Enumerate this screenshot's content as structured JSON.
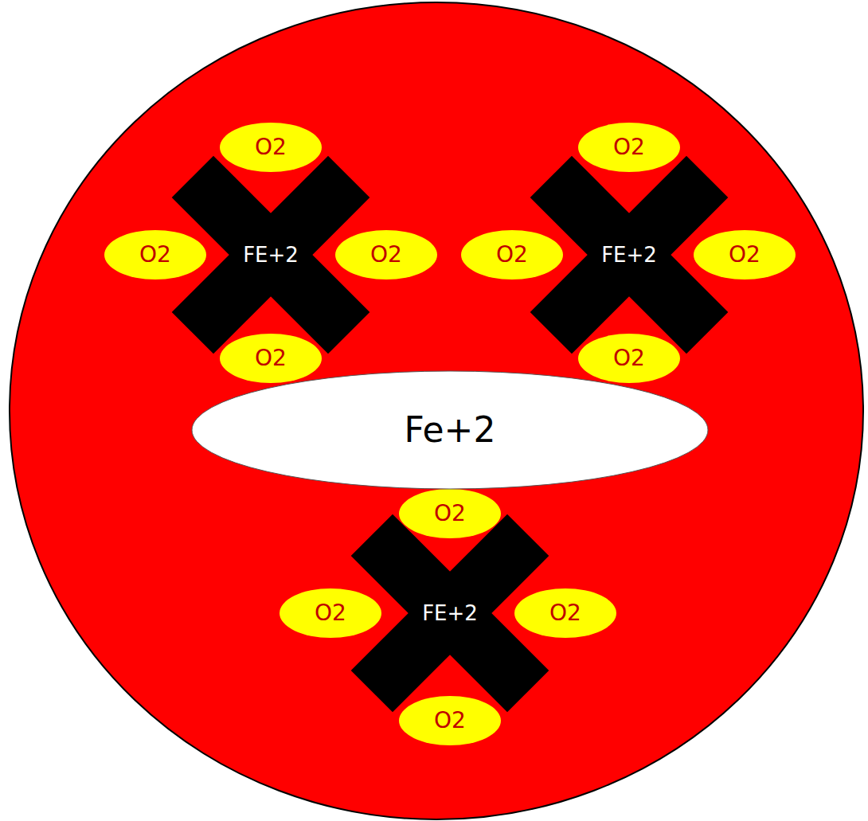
{
  "diagram": {
    "nodes": [
      {
        "text": [
          "O2"
        ]
      },
      {
        "text": [
          "O2"
        ]
      },
      {
        "text": [
          "O2"
        ]
      },
      {
        "text": [
          "FE+2"
        ]
      },
      {
        "text": [
          "O2"
        ]
      },
      {
        "text": [
          "O2"
        ]
      },
      {
        "text": [
          "FE+2"
        ]
      },
      {
        "text": [
          "O2"
        ]
      },
      {
        "text": [
          "O2"
        ]
      },
      {
        "text": [
          "O2"
        ]
      },
      {
        "text": [
          "Fe+2"
        ]
      },
      {
        "text": [
          "O2"
        ]
      },
      {
        "text": [
          "O2"
        ]
      },
      {
        "text": [
          "FE+2"
        ]
      },
      {
        "text": [
          "O2"
        ]
      },
      {
        "text": [
          "O2"
        ]
      }
    ]
  }
}
